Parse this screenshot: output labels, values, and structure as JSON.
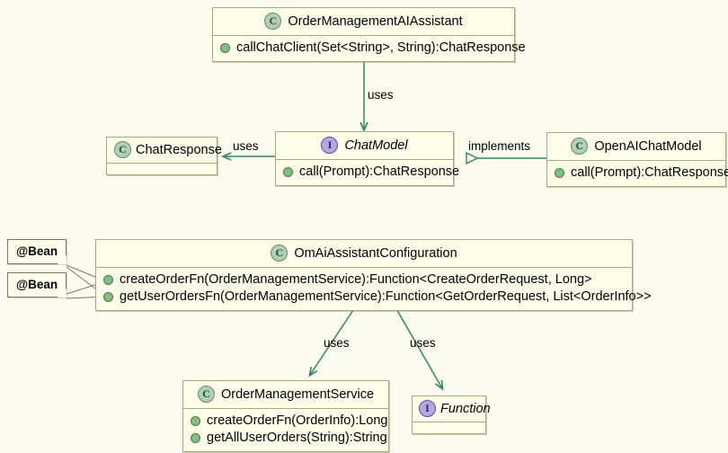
{
  "diagram": {
    "kind": "uml-class-diagram",
    "background_color": "#fbfbef",
    "box_fill": "#fdfdea",
    "box_border": "#a9a97a",
    "link_color": "#2e8b57",
    "note_border": "#7a7a5a",
    "class_icon_color": "#add1b2",
    "interface_icon_color": "#b4a7e5",
    "member_dot_color": "#84bd84"
  },
  "icons": {
    "class_letter": "C",
    "interface_letter": "I"
  },
  "classes": {
    "assistant": {
      "name": "OrderManagementAIAssistant",
      "stereotype": "class",
      "members": [
        "callChatClient(Set<String>, String):ChatResponse"
      ]
    },
    "chat_response": {
      "name": "ChatResponse",
      "stereotype": "class",
      "members": []
    },
    "chat_model": {
      "name": "ChatModel",
      "stereotype": "interface",
      "members": [
        "call(Prompt):ChatResponse"
      ]
    },
    "openai_chat_model": {
      "name": "OpenAIChatModel",
      "stereotype": "class",
      "members": [
        "call(Prompt):ChatResponse"
      ]
    },
    "configuration": {
      "name": "OmAiAssistantConfiguration",
      "stereotype": "class",
      "members": [
        "createOrderFn(OrderManagementService):Function<CreateOrderRequest, Long>",
        "getUserOrdersFn(OrderManagementService):Function<GetOrderRequest, List<OrderInfo>>"
      ]
    },
    "order_service": {
      "name": "OrderManagementService",
      "stereotype": "class",
      "members": [
        "createOrderFn(OrderInfo):Long",
        "getAllUserOrders(String):String"
      ]
    },
    "function": {
      "name": "Function",
      "stereotype": "interface",
      "members": []
    }
  },
  "notes": [
    {
      "text": "@Bean",
      "target": "createOrderFn"
    },
    {
      "text": "@Bean",
      "target": "getUserOrdersFn"
    }
  ],
  "relations": [
    {
      "from": "OrderManagementAIAssistant",
      "to": "ChatModel",
      "label": "uses",
      "type": "dependency"
    },
    {
      "from": "ChatModel",
      "to": "ChatResponse",
      "label": "uses",
      "type": "dependency"
    },
    {
      "from": "OpenAIChatModel",
      "to": "ChatModel",
      "label": "implements",
      "type": "realization"
    },
    {
      "from": "OmAiAssistantConfiguration",
      "to": "OrderManagementService",
      "label": "uses",
      "type": "dependency"
    },
    {
      "from": "OmAiAssistantConfiguration",
      "to": "Function",
      "label": "uses",
      "type": "dependency"
    }
  ]
}
